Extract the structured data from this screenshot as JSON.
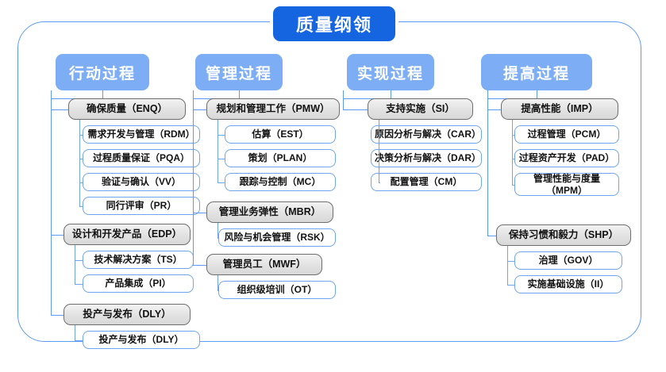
{
  "root": {
    "title": "质量纲领",
    "color": "#1565E0"
  },
  "frame": {
    "border_color": "#5B9BF6"
  },
  "palette": {
    "column_header": "#7DAEF5",
    "group_border": "#6E6E6E",
    "group_fill": "#E5E5E5",
    "leaf_border": "#6FA5F0",
    "leaf_fill": "#FFFFFF",
    "connector": "#5B9BF6"
  },
  "columns": [
    {
      "header": "行动过程",
      "groups": [
        {
          "label": "确保质量（ENQ）",
          "children": [
            "需求开发与管理（RDM）",
            "过程质量保证（PQA）",
            "验证与确认（VV）",
            "同行评审（PR）"
          ]
        },
        {
          "label": "设计和开发产品（EDP）",
          "children": [
            "技术解决方案（TS）",
            "产品集成（PI）"
          ]
        },
        {
          "label": "投产与发布（DLY）",
          "children": [
            "投产与发布（DLY）"
          ]
        }
      ]
    },
    {
      "header": "管理过程",
      "groups": [
        {
          "label": "规划和管理工作（PMW）",
          "children": [
            "估算（EST）",
            "策划（PLAN）",
            "跟踪与控制（MC）"
          ]
        },
        {
          "label": "管理业务弹性（MBR）",
          "children": [
            "风险与机会管理（RSK）"
          ]
        },
        {
          "label": "管理员工（MWF）",
          "children": [
            "组织级培训（OT）"
          ]
        }
      ]
    },
    {
      "header": "实现过程",
      "groups": [
        {
          "label": "支持实施（SI）",
          "children": [
            "原因分析与解决（CAR）",
            "决策分析与解决（DAR）",
            "配置管理（CM）"
          ]
        }
      ]
    },
    {
      "header": "提高过程",
      "groups": [
        {
          "label": "提高性能（IMP）",
          "children": [
            "过程管理（PCM）",
            "过程资产开发（PAD）",
            "管理性能与度量\n（MPM）"
          ]
        },
        {
          "label": "保持习惯和毅力（SHP）",
          "children": [
            "治理（GOV）",
            "实施基础设施（II）"
          ]
        }
      ]
    }
  ]
}
